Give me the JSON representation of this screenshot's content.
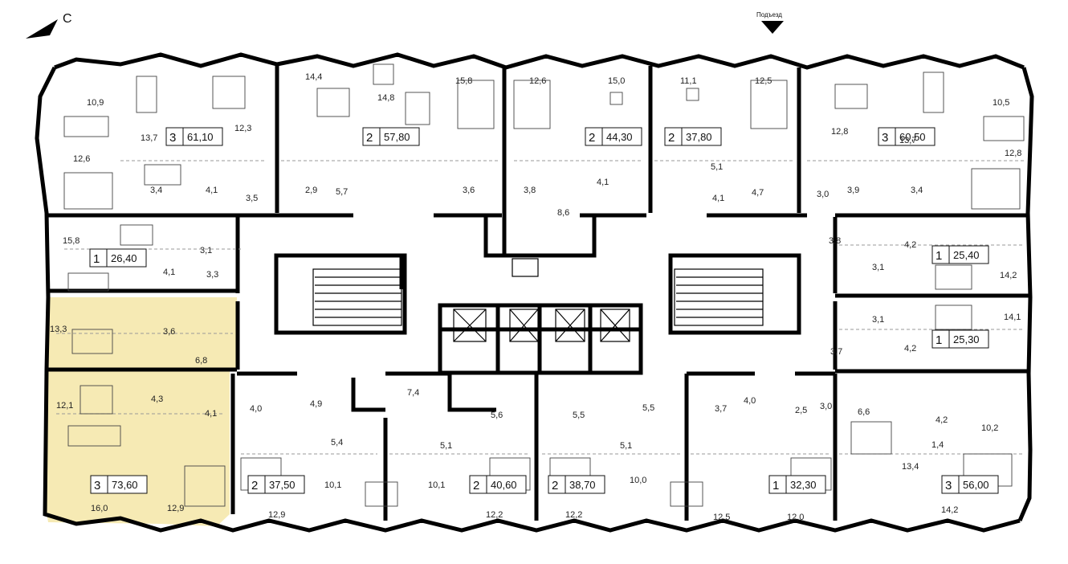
{
  "compass": {
    "label": "С"
  },
  "entrance": {
    "label": "Подъезд"
  },
  "colors": {
    "selected_fill": "#f6eab4",
    "wall": "#000000",
    "text": "#222222"
  },
  "apartments": [
    {
      "id": "a1",
      "rooms": "3",
      "area": "61,10"
    },
    {
      "id": "a2",
      "rooms": "2",
      "area": "57,80"
    },
    {
      "id": "a3",
      "rooms": "2",
      "area": "44,30"
    },
    {
      "id": "a4",
      "rooms": "2",
      "area": "37,80"
    },
    {
      "id": "a5",
      "rooms": "3",
      "area": "60,50"
    },
    {
      "id": "a6",
      "rooms": "1",
      "area": "26,40"
    },
    {
      "id": "a7",
      "rooms": "1",
      "area": "25,40"
    },
    {
      "id": "a8",
      "rooms": "1",
      "area": "25,30"
    },
    {
      "id": "a9",
      "rooms": "3",
      "area": "73,60",
      "selected": true
    },
    {
      "id": "a10",
      "rooms": "2",
      "area": "37,50"
    },
    {
      "id": "a11",
      "rooms": "2",
      "area": "40,60"
    },
    {
      "id": "a12",
      "rooms": "2",
      "area": "38,70"
    },
    {
      "id": "a13",
      "rooms": "1",
      "area": "32,30"
    },
    {
      "id": "a14",
      "rooms": "3",
      "area": "56,00"
    }
  ],
  "room_areas": [
    "10,9",
    "13,7",
    "12,3",
    "12,6",
    "3,4",
    "4,1",
    "3,5",
    "14,4",
    "14,8",
    "2,9",
    "5,7",
    "15,8",
    "3,6",
    "12,6",
    "3,8",
    "8,6",
    "15,0",
    "4,1",
    "11,1",
    "5,1",
    "4,1",
    "12,5",
    "4,7",
    "3,0",
    "12,8",
    "13,7",
    "10,5",
    "12,8",
    "3,9",
    "3,4",
    "15,8",
    "3,1",
    "4,1",
    "3,3",
    "3,8",
    "4,2",
    "3,1",
    "14,2",
    "3,1",
    "14,1",
    "3,7",
    "4,2",
    "13,3",
    "3,6",
    "6,8",
    "12,1",
    "4,3",
    "4,1",
    "16,0",
    "12,9",
    "4,0",
    "4,9",
    "5,4",
    "10,1",
    "12,9",
    "7,4",
    "5,6",
    "5,1",
    "10,1",
    "12,2",
    "5,5",
    "5,1",
    "12,2",
    "5,5",
    "10,0",
    "12,5",
    "3,7",
    "4,0",
    "2,5",
    "3,0",
    "12,0",
    "6,6",
    "4,2",
    "1,4",
    "10,2",
    "13,4",
    "14,2"
  ]
}
